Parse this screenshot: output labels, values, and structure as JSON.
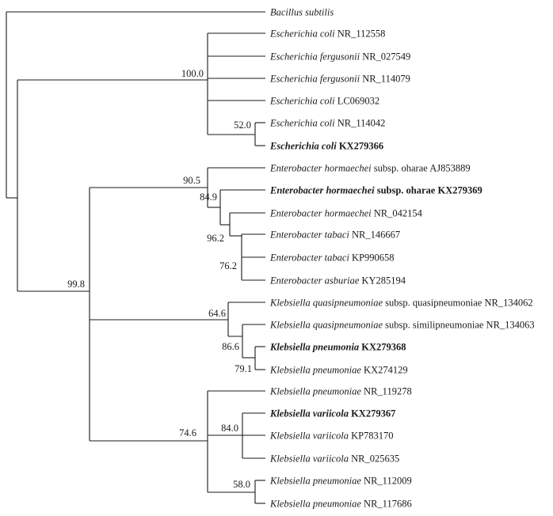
{
  "leaves": [
    {
      "genus_species": "Bacillus subtilis",
      "rest": "",
      "bold": false
    },
    {
      "genus_species": "Escherichia coli",
      "rest": " NR_112558",
      "bold": false
    },
    {
      "genus_species": "Escherichia fergusonii",
      "rest": " NR_027549",
      "bold": false
    },
    {
      "genus_species": "Escherichia fergusonii",
      "rest": " NR_114079",
      "bold": false
    },
    {
      "genus_species": "Escherichia coli",
      "rest": " LC069032",
      "bold": false
    },
    {
      "genus_species": "Escherichia coli",
      "rest": " NR_114042",
      "bold": false
    },
    {
      "genus_species": "Escherichia coli",
      "rest": " KX279366",
      "bold": true
    },
    {
      "genus_species": "Enterobacter hormaechei",
      "rest": " subsp. oharae AJ853889",
      "bold": false
    },
    {
      "genus_species": "Enterobacter hormaechei",
      "rest": " subsp. oharae KX279369",
      "bold": true
    },
    {
      "genus_species": "Enterobacter hormaechei",
      "rest": " NR_042154",
      "bold": false
    },
    {
      "genus_species": "Enterobacter tabaci",
      "rest": " NR_146667",
      "bold": false
    },
    {
      "genus_species": "Enterobacter tabaci",
      "rest": " KP990658",
      "bold": false
    },
    {
      "genus_species": "Enterobacter asburiae",
      "rest": " KY285194",
      "bold": false
    },
    {
      "genus_species": "Klebsiella quasipneumoniae",
      "rest": " subsp. quasipneumoniae NR_134062",
      "bold": false
    },
    {
      "genus_species": "Klebsiella quasipneumoniae",
      "rest": " subsp. similipneumoniae NR_134063",
      "bold": false
    },
    {
      "genus_species": "Klebsiella pneumonia",
      "rest": " KX279368",
      "bold": true
    },
    {
      "genus_species": "Klebsiella pneumoniae",
      "rest": " KX274129",
      "bold": false
    },
    {
      "genus_species": "Klebsiella pneumoniae",
      "rest": " NR_119278",
      "bold": false
    },
    {
      "genus_species": "Klebsiella variicola",
      "rest": " KX279367",
      "bold": true
    },
    {
      "genus_species": "Klebsiella variicola",
      "rest": " KP783170",
      "bold": false
    },
    {
      "genus_species": "Klebsiella variicola",
      "rest": " NR_025635",
      "bold": false
    },
    {
      "genus_species": "Klebsiella pneumoniae",
      "rest": " NR_112009",
      "bold": false
    },
    {
      "genus_species": "Klebsiella pneumoniae",
      "rest": " NR_117686",
      "bold": false
    }
  ],
  "bootstrap": [
    {
      "value": "100.0",
      "node": "escherichia-clade"
    },
    {
      "value": "52.0",
      "node": "escherichia-coli-pair"
    },
    {
      "value": "90.5",
      "node": "enterobacter-clade"
    },
    {
      "value": "84.9",
      "node": "enterobacter-subclade"
    },
    {
      "value": "96.2",
      "node": "enterobacter-hormaechei-tabaci"
    },
    {
      "value": "76.2",
      "node": "enterobacter-tabaci-asburiae"
    },
    {
      "value": "99.8",
      "node": "enterobacter-klebsiella"
    },
    {
      "value": "64.6",
      "node": "klebsiella-quasipneumoniae-clade"
    },
    {
      "value": "86.6",
      "node": "klebsiella-quasi-subclade"
    },
    {
      "value": "79.1",
      "node": "klebsiella-pneumonia-pair"
    },
    {
      "value": "74.6",
      "node": "klebsiella-variicola-clade"
    },
    {
      "value": "84.0",
      "node": "klebsiella-variicola-subclade"
    },
    {
      "value": "58.0",
      "node": "klebsiella-pneumoniae-pair"
    }
  ]
}
